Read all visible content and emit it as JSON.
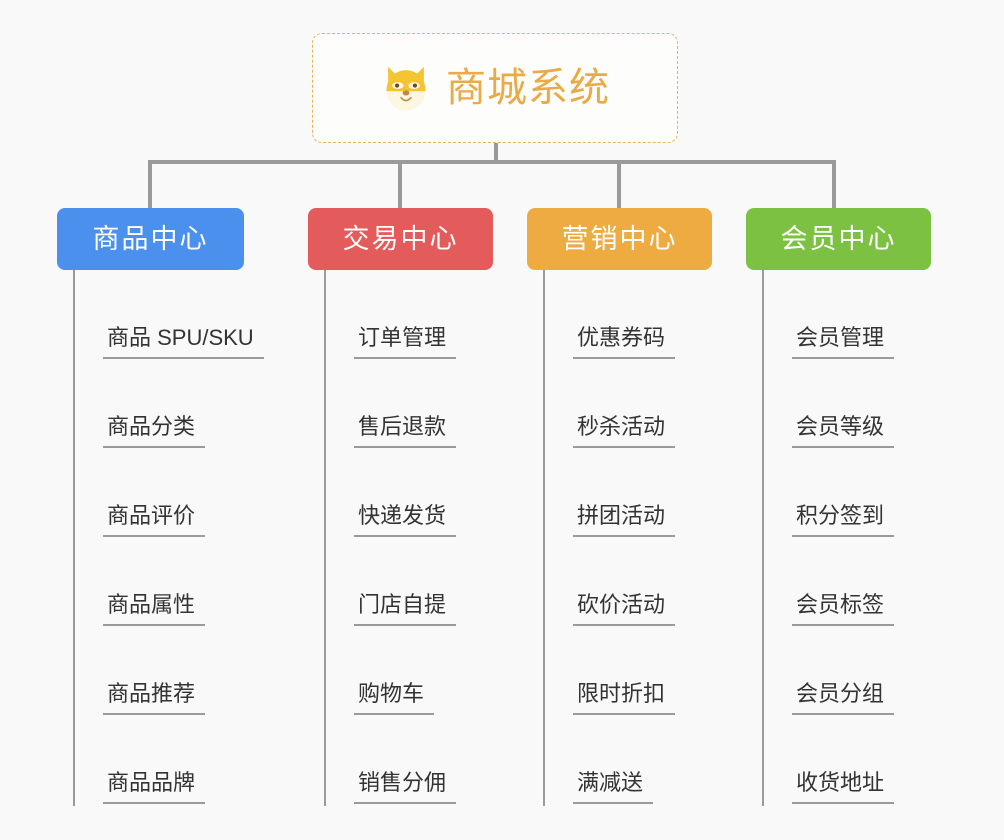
{
  "background": "#f9f9f9",
  "root": {
    "title": "商城系统",
    "icon": "shiba-dog-face-emoji",
    "border_color": "#e9b44c",
    "text_color": "#e9ab47"
  },
  "connector_color": "#9a9a9a",
  "columns": [
    {
      "title": "商品中心",
      "color": "#4a90ec",
      "items": [
        "商品 SPU/SKU",
        "商品分类",
        "商品评价",
        "商品属性",
        "商品推荐",
        "商品品牌"
      ]
    },
    {
      "title": "交易中心",
      "color": "#e35b5b",
      "items": [
        "订单管理",
        "售后退款",
        "快递发货",
        "门店自提",
        "购物车",
        "销售分佣"
      ]
    },
    {
      "title": "营销中心",
      "color": "#eeab41",
      "items": [
        "优惠券码",
        "秒杀活动",
        "拼团活动",
        "砍价活动",
        "限时折扣",
        "满减送"
      ]
    },
    {
      "title": "会员中心",
      "color": "#7cc142",
      "items": [
        "会员管理",
        "会员等级",
        "积分签到",
        "会员标签",
        "会员分组",
        "收货地址"
      ]
    }
  ]
}
